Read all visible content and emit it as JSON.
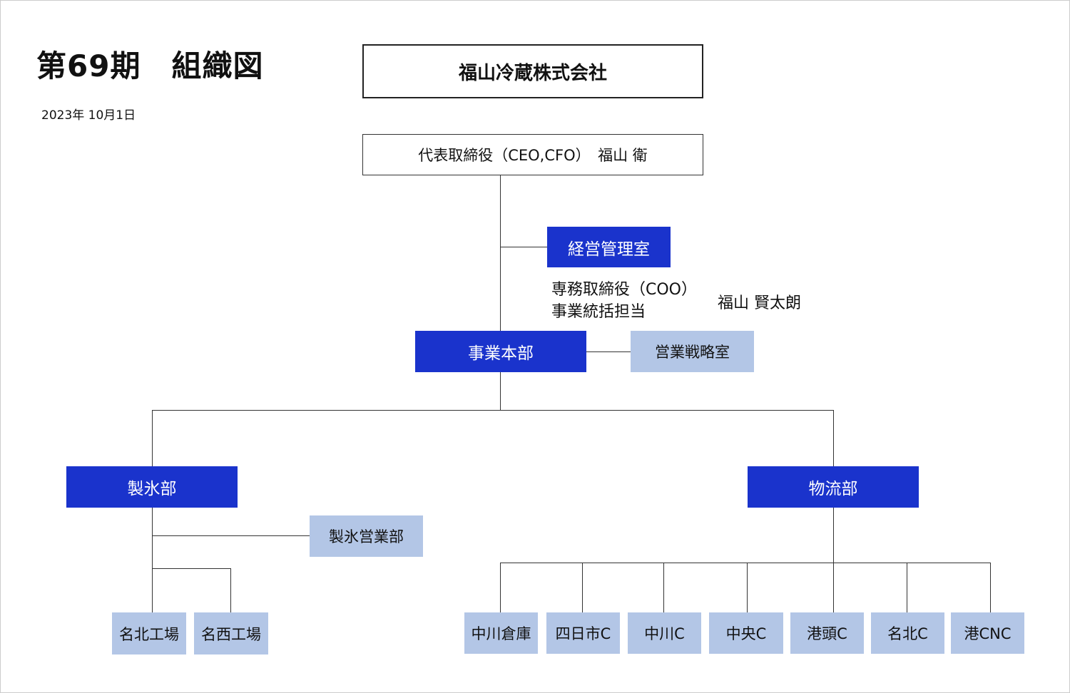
{
  "header": {
    "title": "第69期　組織図",
    "date": "2023年 10月1日"
  },
  "company": "福山冷蔵株式会社",
  "ceo": "代表取締役（CEO,CFO）　福山 衛",
  "management_office": "経営管理室",
  "coo": {
    "title_line1": "専務取締役（COO）",
    "title_line2": "事業統括担当",
    "name": "福山 賢太朗"
  },
  "business_hq": "事業本部",
  "sales_strategy": "営業戦略室",
  "ice_division": {
    "name": "製氷部",
    "sales": "製氷営業部",
    "factories": [
      "名北工場",
      "名西工場"
    ]
  },
  "logistics_division": {
    "name": "物流部",
    "centers": [
      "中川倉庫",
      "四日市C",
      "中川C",
      "中央C",
      "港頭C",
      "名北C",
      "港CNC"
    ]
  },
  "colors": {
    "primary_box": "#1a33cc",
    "secondary_box": "#b3c6e6",
    "line": "#333333"
  }
}
